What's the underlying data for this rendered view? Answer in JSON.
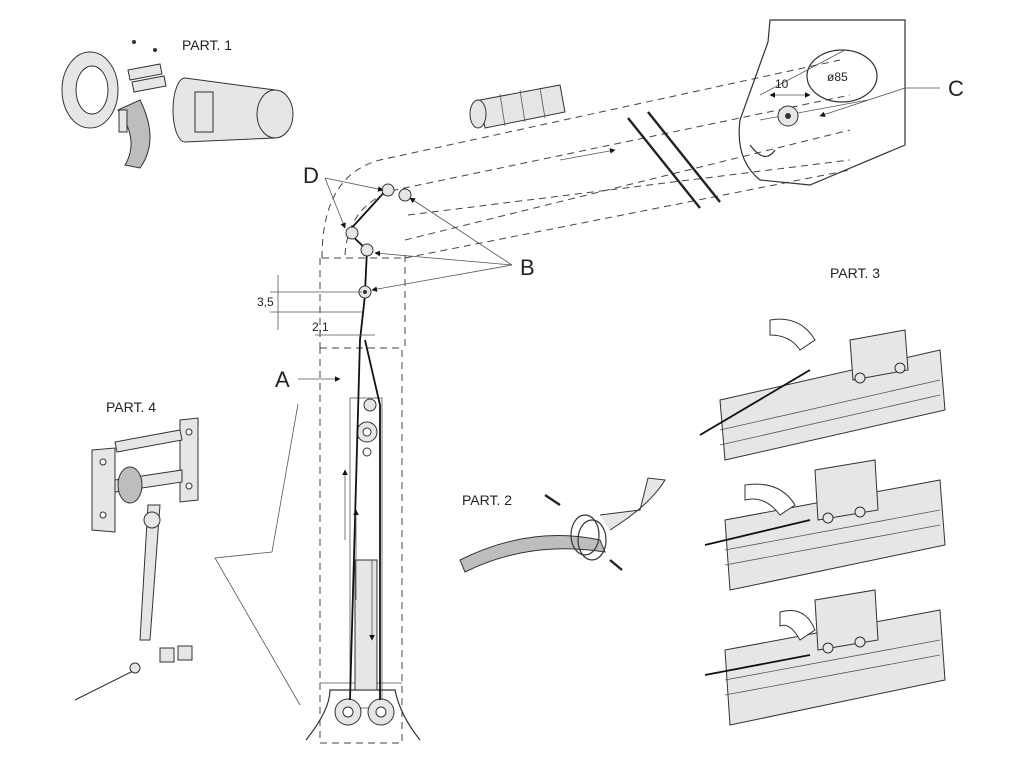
{
  "labels": {
    "part1": "PART. 1",
    "part2": "PART. 2",
    "part3": "PART. 3",
    "part4": "PART. 4",
    "callout_a": "A",
    "callout_b": "B",
    "callout_c": "C",
    "callout_d": "D"
  },
  "dimensions": {
    "diameter": "ø85",
    "offset_10": "10",
    "height_35": "3,5",
    "width_21": "2,1"
  }
}
